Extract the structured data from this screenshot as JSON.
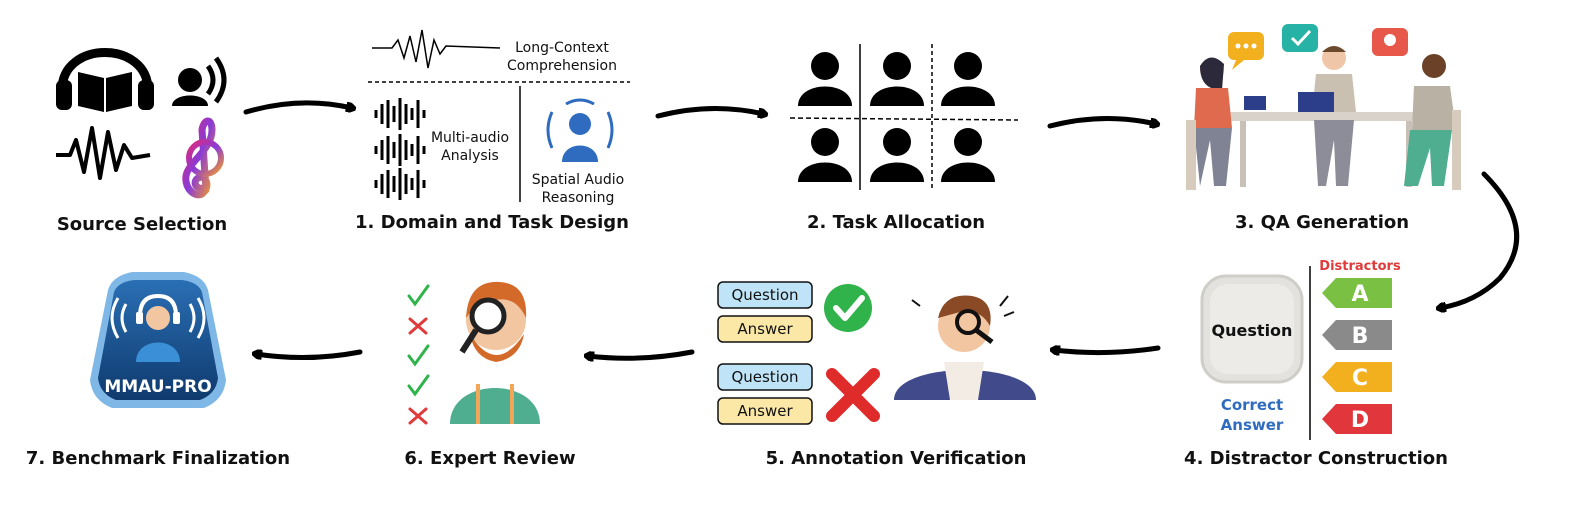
{
  "stages": {
    "source": {
      "title": "Source Selection"
    },
    "design": {
      "title": "1. Domain and Task Design",
      "long_context": [
        "Long-Context",
        "Comprehension"
      ],
      "multi_audio": [
        "Multi-audio",
        "Analysis"
      ],
      "spatial": [
        "Spatial Audio",
        "Reasoning"
      ]
    },
    "allocation": {
      "title": "2. Task Allocation"
    },
    "qa": {
      "title": "3. QA Generation"
    },
    "distractor": {
      "title": "4. Distractor Construction",
      "question": "Question",
      "distractors_label": "Distractors",
      "correct_answer": [
        "Correct",
        "Answer"
      ],
      "options": [
        {
          "letter": "A",
          "color": "#7ac143"
        },
        {
          "letter": "B",
          "color": "#8a8a8a"
        },
        {
          "letter": "C",
          "color": "#f2b01e"
        },
        {
          "letter": "D",
          "color": "#e0363c"
        }
      ]
    },
    "verification": {
      "title": "5. Annotation Verification",
      "pairs": [
        {
          "question": "Question",
          "answer": "Answer",
          "status": "correct"
        },
        {
          "question": "Question",
          "answer": "Answer",
          "status": "wrong"
        }
      ]
    },
    "review": {
      "title": "6. Expert Review",
      "marks": [
        "check",
        "cross",
        "check",
        "check",
        "cross"
      ]
    },
    "final": {
      "title": "7. Benchmark Finalization",
      "badge_text": "MMAU-PRO"
    }
  },
  "colors": {
    "accent_red": "#e03a3a",
    "accent_blue": "#2f6cc0",
    "check_green": "#2fb34a",
    "question_box": "#bfe4f7",
    "answer_box": "#fbe7a6"
  }
}
